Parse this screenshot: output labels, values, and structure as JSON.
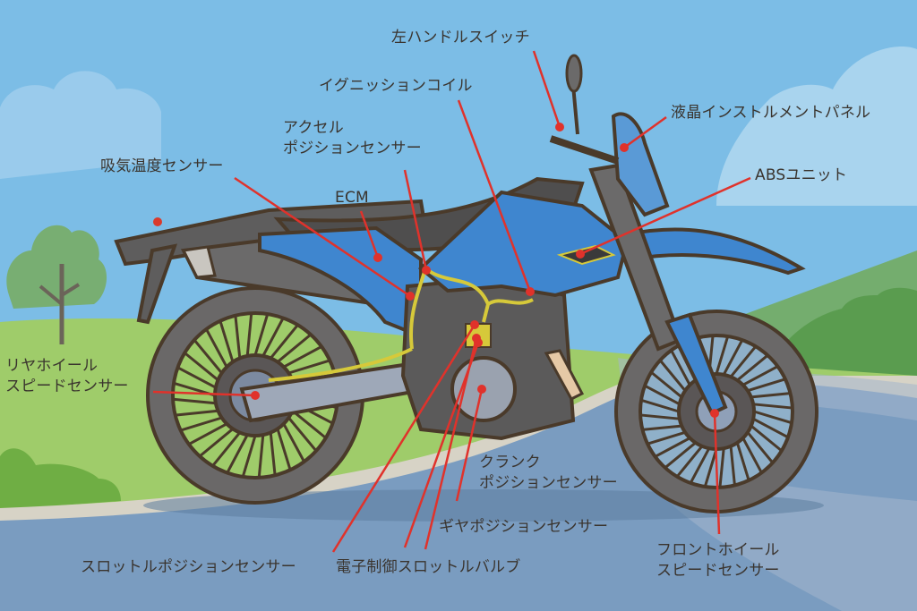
{
  "title": "Motorcycle sensor locations illustration",
  "colors": {
    "sky": "#7cbde6",
    "cloud": "#a9d4ee",
    "hill_far": "#74ad6e",
    "hill_near": "#5a9c4f",
    "grass": "#9fcc6a",
    "road": "#7a9cc0",
    "road_edge": "#d7d3c6",
    "bike_blue": "#3f86cf",
    "bike_dark": "#5e5d5d",
    "outline": "#4a3a2a",
    "harness": "#d6c93a",
    "leader": "#e0322b",
    "text": "#3a342e"
  },
  "labels": [
    {
      "id": "left-handle-switch",
      "lines": [
        "左ハンドルスイッチ"
      ]
    },
    {
      "id": "ignition-coil",
      "lines": [
        "イグニッションコイル"
      ]
    },
    {
      "id": "lcd-instrument-panel",
      "lines": [
        "液晶インストルメントパネル"
      ]
    },
    {
      "id": "accel-position-sensor",
      "lines": [
        "アクセル",
        "ポジションセンサー"
      ]
    },
    {
      "id": "intake-air-temp-sensor",
      "lines": [
        "吸気温度センサー"
      ]
    },
    {
      "id": "abs-unit",
      "lines": [
        "ABSユニット"
      ]
    },
    {
      "id": "ecm",
      "lines": [
        "ECM"
      ]
    },
    {
      "id": "rear-wheel-speed-sensor",
      "lines": [
        "リヤホイール",
        "スピードセンサー"
      ]
    },
    {
      "id": "crank-position-sensor",
      "lines": [
        "クランク",
        "ポジションセンサー"
      ]
    },
    {
      "id": "gear-position-sensor",
      "lines": [
        "ギヤポジションセンサー"
      ]
    },
    {
      "id": "throttle-position-sensor",
      "lines": [
        "スロットルポジションセンサー"
      ]
    },
    {
      "id": "electronic-throttle-valve",
      "lines": [
        "電子制御スロットルバルブ"
      ]
    },
    {
      "id": "front-wheel-speed-sensor",
      "lines": [
        "フロントホイール",
        "スピードセンサー"
      ]
    }
  ]
}
